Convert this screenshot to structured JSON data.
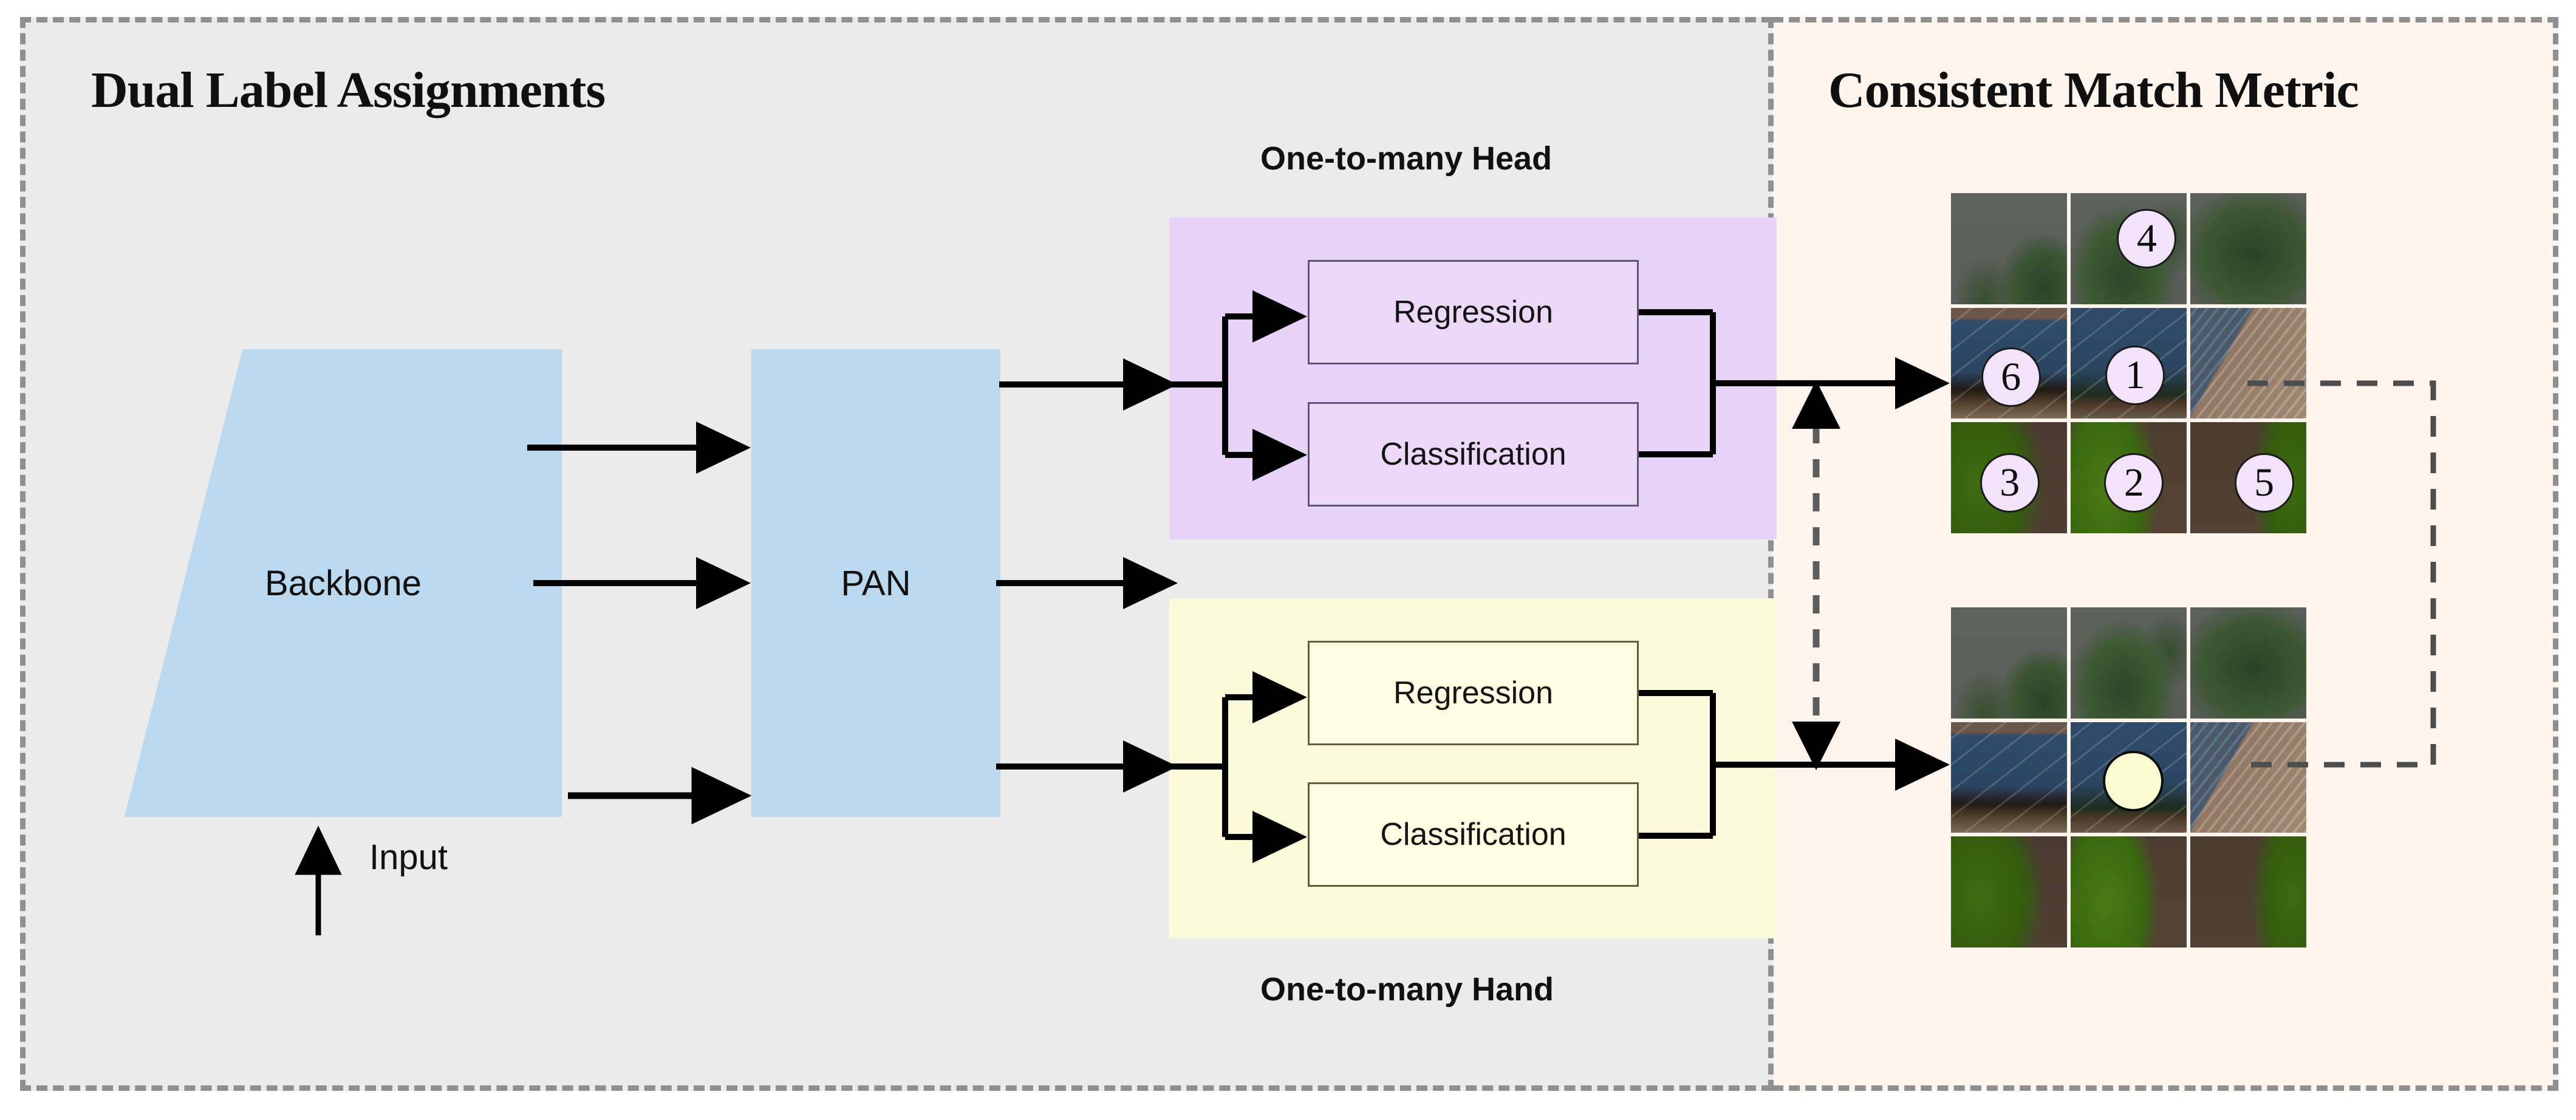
{
  "panels": {
    "left": {
      "title": "Dual Label Assignments",
      "bg": "#ebebeb"
    },
    "right": {
      "title": "Consistent Match Metric",
      "bg": "#fdf4ed"
    }
  },
  "pipeline": {
    "backbone_label": "Backbone",
    "pan_label": "PAN",
    "input_label": "Input",
    "block_color": "#bcd8ef"
  },
  "heads": {
    "top": {
      "label": "One-to-many Head",
      "panel_color": "#e7d3f7",
      "boxes": [
        {
          "label": "Regression"
        },
        {
          "label": "Classification"
        }
      ]
    },
    "bottom": {
      "label": "One-to-many Hand",
      "panel_color": "#fbfbdc",
      "boxes": [
        {
          "label": "Regression"
        },
        {
          "label": "Classification"
        }
      ]
    }
  },
  "metric": {
    "grid_top": {
      "markers": [
        {
          "cell": 1,
          "label": "4"
        },
        {
          "cell": 3,
          "label": "6"
        },
        {
          "cell": 4,
          "label": "1"
        },
        {
          "cell": 6,
          "label": "3"
        },
        {
          "cell": 7,
          "label": "2"
        },
        {
          "cell": 8,
          "label": "5"
        }
      ],
      "marker_fill": "#f2e3fa"
    },
    "grid_bottom": {
      "markers": [
        {
          "cell": 4,
          "label": ""
        }
      ],
      "marker_fill": "#fafbd2"
    }
  }
}
